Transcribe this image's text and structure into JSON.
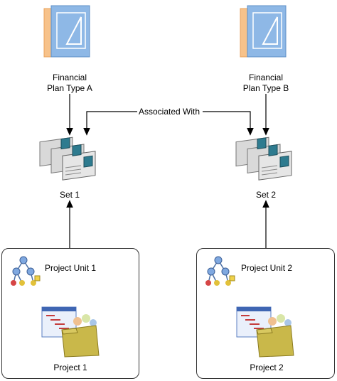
{
  "plan_type_a": {
    "line1": "Financial",
    "line2": "Plan Type A",
    "icon": "triangle-document-icon"
  },
  "plan_type_b": {
    "line1": "Financial",
    "line2": "Plan Type B",
    "icon": "triangle-document-icon"
  },
  "association": {
    "label": "Associated With"
  },
  "set1": {
    "label": "Set 1",
    "icon": "document-stack-icon"
  },
  "set2": {
    "label": "Set 2",
    "icon": "document-stack-icon"
  },
  "project_unit1": {
    "label": "Project Unit 1",
    "icon": "org-hierarchy-icon"
  },
  "project_unit2": {
    "label": "Project Unit 2",
    "icon": "org-hierarchy-icon"
  },
  "project1": {
    "label": "Project 1",
    "icon": "project-folder-icon"
  },
  "project2": {
    "label": "Project 2",
    "icon": "project-folder-icon"
  }
}
